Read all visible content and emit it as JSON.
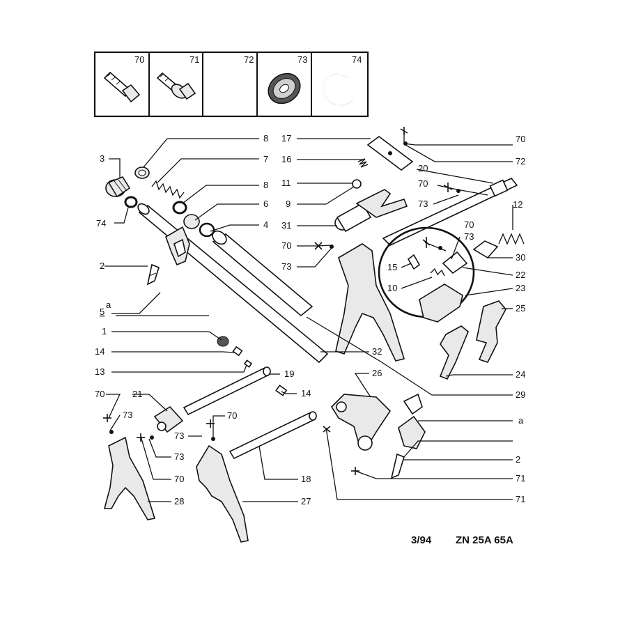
{
  "diagram": {
    "legend_box": {
      "items": [
        {
          "number": "70",
          "icon": "bolt-icon"
        },
        {
          "number": "71",
          "icon": "flanged-bolt-icon"
        },
        {
          "number": "72",
          "icon": "lock-washer-icon"
        },
        {
          "number": "73",
          "icon": "seal-washer-icon"
        },
        {
          "number": "74",
          "icon": "circlip-icon"
        }
      ]
    },
    "callouts": {
      "c3": "3",
      "c74": "74",
      "c2a": "2",
      "c5a": "5",
      "c5a_sup": "a",
      "c8a": "8",
      "c7": "7",
      "c8b": "8",
      "c6": "6",
      "c4": "4",
      "c1": "1",
      "c14a": "14",
      "c13": "13",
      "c19": "19",
      "c14b": "14",
      "c17": "17",
      "c16": "16",
      "c11": "11",
      "c9": "9",
      "c31": "31",
      "c70a": "70",
      "c73a": "73",
      "c70b": "70",
      "c72": "72",
      "c20": "20",
      "c70c": "70",
      "c73b": "73",
      "c12": "12",
      "c70d": "70",
      "c73c": "73",
      "c30": "30",
      "c22": "22",
      "c15": "15",
      "c10": "10",
      "c23": "23",
      "c25": "25",
      "c24": "24",
      "c32": "32",
      "c29": "29",
      "c26": "26",
      "c_a": "a",
      "c2b": "2",
      "c71a": "71",
      "c71b": "71",
      "c70e": "70",
      "c73d": "73",
      "c21": "21",
      "c70f": "70",
      "c73e": "73",
      "c73f": "73",
      "c70g": "70",
      "c18": "18",
      "c28": "28",
      "c27": "27"
    },
    "footer": {
      "date": "3/94",
      "reference": "ZN 25A 65A"
    }
  }
}
